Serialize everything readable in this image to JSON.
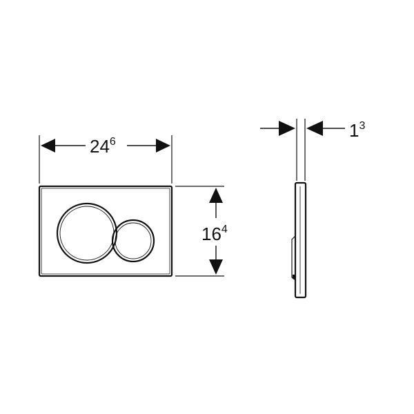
{
  "width_dimension": {
    "main": "24",
    "sup": "6"
  },
  "height_dimension": {
    "main": "16",
    "sup": "4"
  },
  "depth_dimension": {
    "main": "1",
    "sup": "3"
  },
  "colors": {
    "line": "#111111",
    "background": "#ffffff"
  }
}
